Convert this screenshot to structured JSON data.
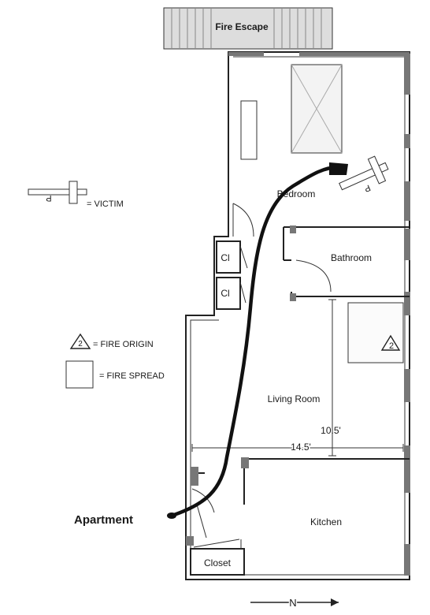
{
  "rooms": {
    "fire_escape": "Fire Escape",
    "bedroom": "Bedroom",
    "bathroom": "Bathroom",
    "closet_1": "Cl",
    "closet_2": "Cl",
    "living_room": "Living Room",
    "kitchen": "Kitchen",
    "closet": "Closet"
  },
  "labels": {
    "apartment": "Apartment",
    "victim_marker": "P",
    "victim_marker_room": "P"
  },
  "legend": {
    "victim": "= VICTIM",
    "fire_origin_mark": "2",
    "fire_origin": "= FIRE ORIGIN",
    "fire_spread": "= FIRE SPREAD"
  },
  "dimensions": {
    "height": "10.5'",
    "width": "14.5'"
  },
  "origin_mark_room": "2",
  "compass": {
    "letter": "N"
  },
  "colors": {
    "line": "#222222",
    "wall_hatch": "#777777",
    "path": "#111111"
  }
}
